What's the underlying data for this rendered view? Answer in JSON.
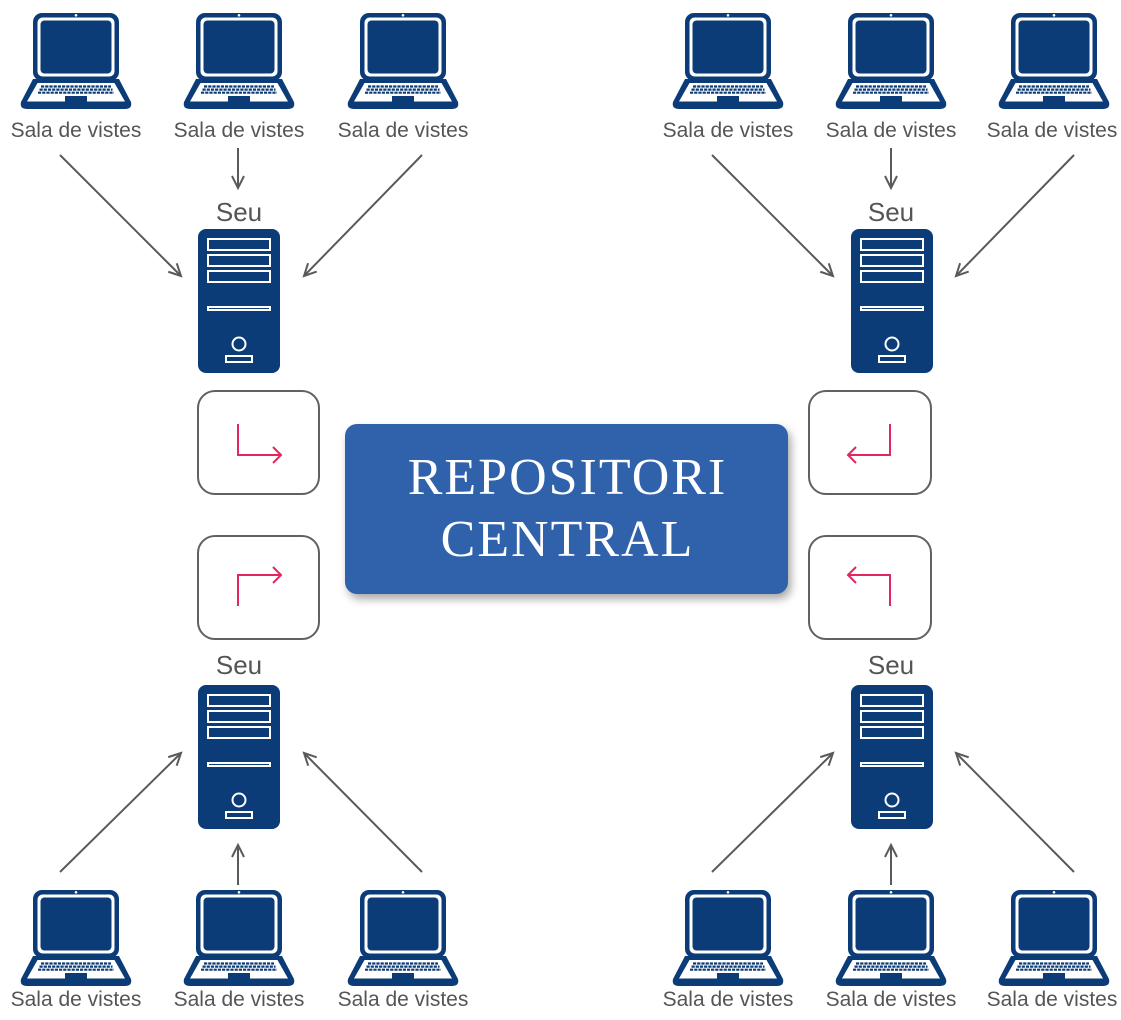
{
  "central_repository": {
    "title_line1": "REPOSITORI",
    "title_line2": "CENTRAL"
  },
  "colors": {
    "device": "#0c3c78",
    "central_box": "#2f62ab",
    "sync_arrow": "#e2265e",
    "connector": "#5a5a5a",
    "text": "#555555"
  },
  "groups": [
    {
      "server_label": "Seu",
      "server_icon": "server-icon",
      "sync_icon": "arrow-down-then-right-icon",
      "laptops": [
        {
          "label": "Sala de vistes",
          "icon": "laptop-icon"
        },
        {
          "label": "Sala de vistes",
          "icon": "laptop-icon"
        },
        {
          "label": "Sala de vistes",
          "icon": "laptop-icon"
        }
      ]
    },
    {
      "server_label": "Seu",
      "server_icon": "server-icon",
      "sync_icon": "arrow-down-then-left-icon",
      "laptops": [
        {
          "label": "Sala de vistes",
          "icon": "laptop-icon"
        },
        {
          "label": "Sala de vistes",
          "icon": "laptop-icon"
        },
        {
          "label": "Sala de vistes",
          "icon": "laptop-icon"
        }
      ]
    },
    {
      "server_label": "Seu",
      "server_icon": "server-icon",
      "sync_icon": "arrow-up-then-right-icon",
      "laptops": [
        {
          "label": "Sala de vistes",
          "icon": "laptop-icon"
        },
        {
          "label": "Sala de vistes",
          "icon": "laptop-icon"
        },
        {
          "label": "Sala de vistes",
          "icon": "laptop-icon"
        }
      ]
    },
    {
      "server_label": "Seu",
      "server_icon": "server-icon",
      "sync_icon": "arrow-up-then-left-icon",
      "laptops": [
        {
          "label": "Sala de vistes",
          "icon": "laptop-icon"
        },
        {
          "label": "Sala de vistes",
          "icon": "laptop-icon"
        },
        {
          "label": "Sala de vistes",
          "icon": "laptop-icon"
        }
      ]
    }
  ]
}
